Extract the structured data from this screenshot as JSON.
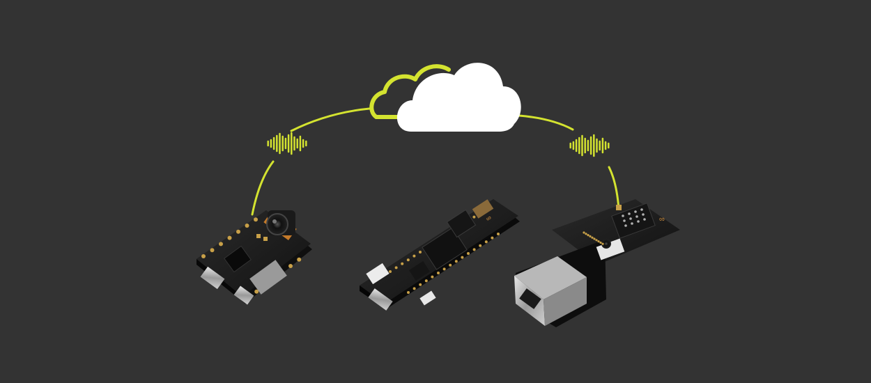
{
  "scene": {
    "background_color": "#333333",
    "accent_color": "#d4e330",
    "cloud_color": "#ffffff",
    "board_color": "#1b1b1b",
    "elements": [
      "cloud",
      "signal-wave-left",
      "signal-wave-right",
      "camera-board",
      "microcontroller-board",
      "ethernet-board"
    ]
  }
}
